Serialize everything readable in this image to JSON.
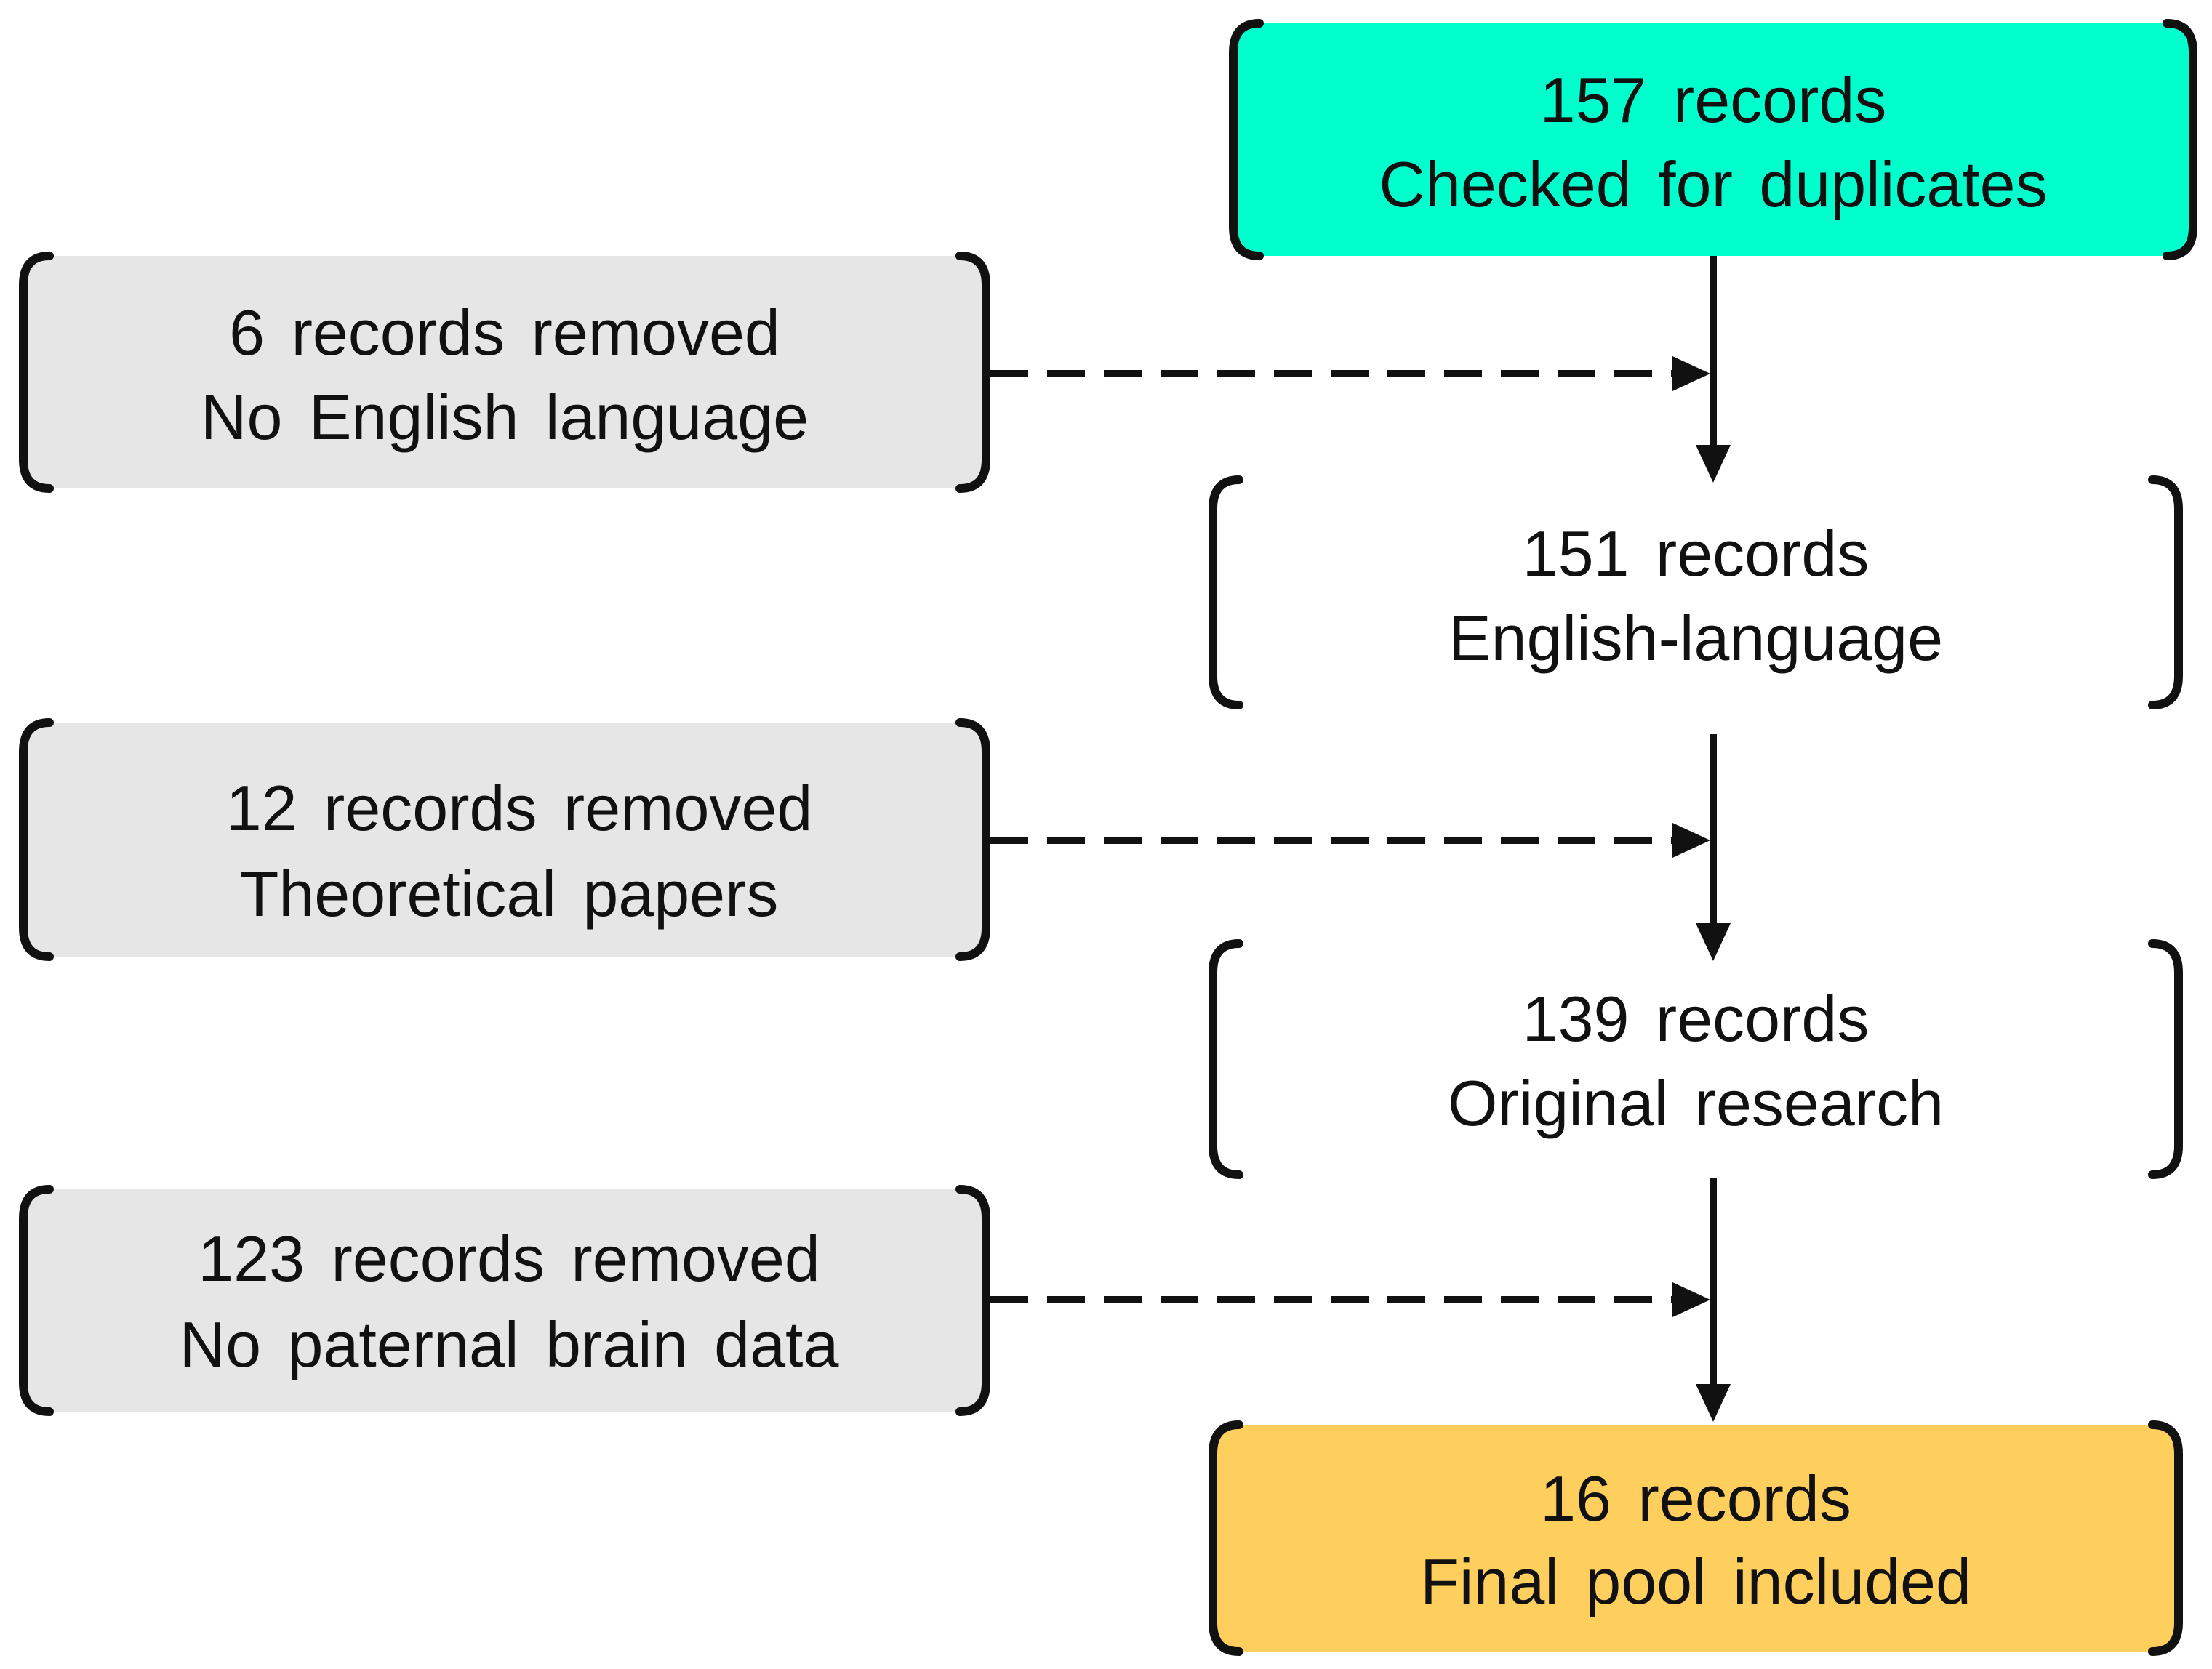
{
  "colors": {
    "start_fill": "#00FFCC",
    "final_fill": "#FFCF5E",
    "excluded_fill": "#E6E6E6",
    "stage_fill": "#FFFFFF",
    "line": "#111111"
  },
  "flow": {
    "start": {
      "count": "157 records",
      "label": "Checked for duplicates"
    },
    "stage_1": {
      "count": "151 records",
      "label": "English-language"
    },
    "stage_2": {
      "count": "139 records",
      "label": "Original research"
    },
    "final": {
      "count": "16 records",
      "label": "Final pool included"
    }
  },
  "exclusions": [
    {
      "count": "6 records removed",
      "label": "No English language"
    },
    {
      "count": "12 records removed",
      "label": "Theoretical papers"
    },
    {
      "count": "123 records removed",
      "label": "No paternal brain data"
    }
  ]
}
